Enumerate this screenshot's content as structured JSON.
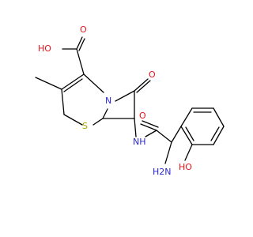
{
  "colors": {
    "bond": "#000000",
    "oxygen": "#e8131a",
    "nitrogen": "#2a27d4",
    "sulfur": "#a8a800"
  },
  "labels": {
    "acid_hydroxyl": "HO",
    "acid_oxygen": "O",
    "lactam_oxygen": "O",
    "ring_nitrogen": "N",
    "sulfur": "S",
    "amide_nh": "NH",
    "amide_oxygen": "O",
    "amine": "H2N",
    "phenol": "HO"
  }
}
